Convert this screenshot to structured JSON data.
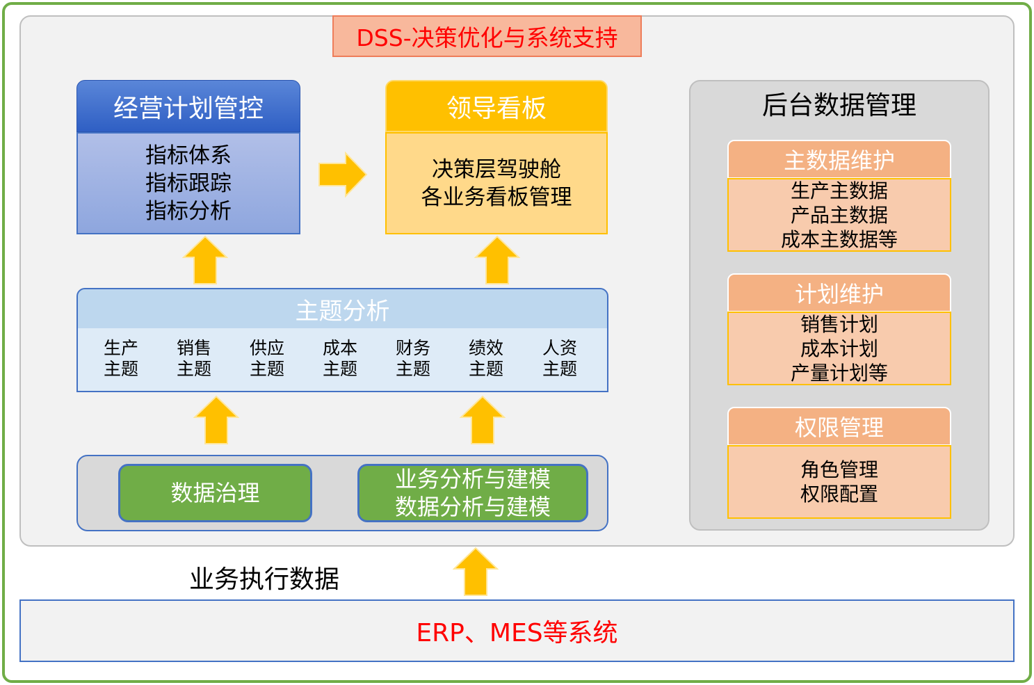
{
  "title": "DSS-决策优化与系统支持",
  "plan_control": {
    "header": "经营计划管控",
    "items": [
      "指标体系",
      "指标跟踪",
      "指标分析"
    ]
  },
  "leader_board": {
    "header": "领导看板",
    "items": [
      "决策层驾驶舱",
      "各业务看板管理"
    ]
  },
  "theme_analysis": {
    "header": "主题分析",
    "items": [
      {
        "line1": "生产",
        "line2": "主题"
      },
      {
        "line1": "销售",
        "line2": "主题"
      },
      {
        "line1": "供应",
        "line2": "主题"
      },
      {
        "line1": "成本",
        "line2": "主题"
      },
      {
        "line1": "财务",
        "line2": "主题"
      },
      {
        "line1": "绩效",
        "line2": "主题"
      },
      {
        "line1": "人资",
        "line2": "主题"
      }
    ]
  },
  "governance": {
    "data_governance": "数据治理",
    "modeling": [
      "业务分析与建模",
      "数据分析与建模"
    ]
  },
  "backend": {
    "title": "后台数据管理",
    "master_data": {
      "header": "主数据维护",
      "items": [
        "生产主数据",
        "产品主数据",
        "成本主数据等"
      ]
    },
    "plan_maintenance": {
      "header": "计划维护",
      "items": [
        "销售计划",
        "成本计划",
        "产量计划等"
      ]
    },
    "permission": {
      "header": "权限管理",
      "items": [
        "角色管理",
        "权限配置"
      ]
    }
  },
  "exec_data_label": "业务执行数据",
  "source_systems": "ERP、MES等系统",
  "colors": {
    "frame_green": "#70ad47",
    "title_red": "#ff0000",
    "blue": "#4472c4",
    "gold": "#ffc000",
    "salmon": "#f4b183"
  }
}
